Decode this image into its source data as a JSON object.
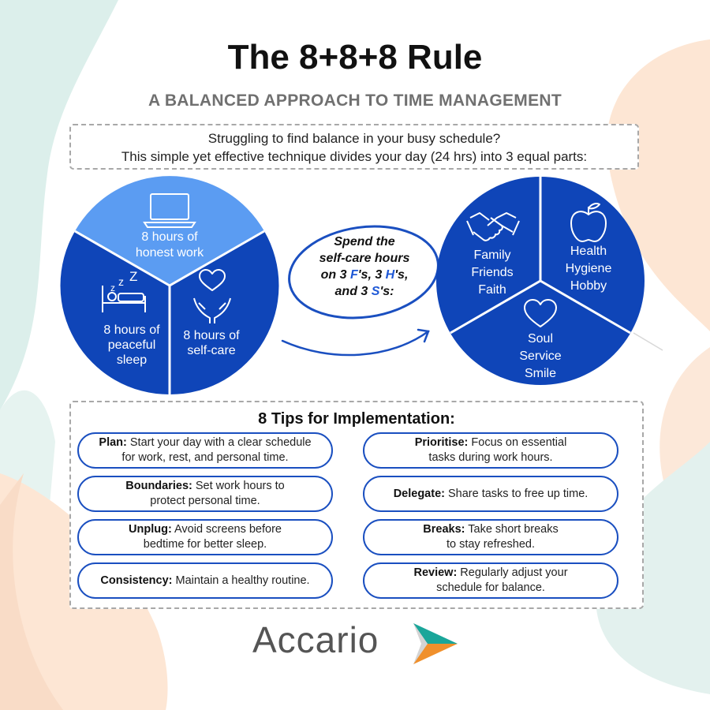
{
  "header": {
    "title": "The 8+8+8 Rule",
    "subtitle": "A BALANCED APPROACH TO TIME MANAGEMENT"
  },
  "intro": {
    "line1": "Struggling to find balance in your busy schedule?",
    "line2": "This simple yet effective technique divides your day (24 hrs) into 3 equal parts:"
  },
  "day_pie": {
    "work": {
      "line1": "8 hours of",
      "line2": "honest work",
      "icon": "laptop-icon"
    },
    "sleep": {
      "line1": "8 hours of",
      "line2": "peaceful",
      "line3": "sleep",
      "icon": "sleeping-bed-icon"
    },
    "selfcare": {
      "line1": "8 hours of",
      "line2": "self-care",
      "icon": "heart-hands-icon"
    }
  },
  "spend": {
    "line1": "Spend the",
    "line2": "self-care hours",
    "line3_a": "on 3 ",
    "f": "F",
    "line3_b": "'s, 3 ",
    "h": "H",
    "line3_c": "'s,",
    "line4_a": "and 3 ",
    "s": "S",
    "line4_b": "'s:"
  },
  "selfcare_pie": {
    "f": {
      "l1": "Family",
      "l2": "Friends",
      "l3": "Faith",
      "icon": "handshake-icon"
    },
    "h": {
      "l1": "Health",
      "l2": "Hygiene",
      "l3": "Hobby",
      "icon": "apple-icon"
    },
    "s": {
      "l1": "Soul",
      "l2": "Service",
      "l3": "Smile",
      "icon": "heart-icon"
    }
  },
  "tips": {
    "title": "8 Tips for Implementation:",
    "plan": {
      "label": "Plan:",
      "l1": " Start your day with a clear schedule",
      "l2": "for work, rest, and personal time."
    },
    "prioritise": {
      "label": "Prioritise:",
      "l1": " Focus on essential",
      "l2": "tasks during work hours."
    },
    "boundaries": {
      "label": "Boundaries:",
      "l1": " Set work hours to",
      "l2": "protect personal time."
    },
    "delegate": {
      "label": "Delegate:",
      "l1": " Share tasks to free up time."
    },
    "unplug": {
      "label": "Unplug:",
      "l1": " Avoid screens before",
      "l2": "bedtime for better sleep."
    },
    "breaks": {
      "label": "Breaks:",
      "l1": " Take short breaks",
      "l2": "to stay refreshed."
    },
    "consistency": {
      "label": "Consistency:",
      "l1": " Maintain a healthy routine."
    },
    "review": {
      "label": "Review:",
      "l1": " Regularly adjust your",
      "l2": "schedule for balance."
    }
  },
  "brand": {
    "name": "Accario",
    "logo_icon": "arrow-chevron-logo-icon"
  },
  "colors": {
    "pie_dark": "#0f45b8",
    "pie_light": "#5b9cf2",
    "outline": "#1a4fc0",
    "highlight": "#1e58d6",
    "bg_teal": "#dcefeb",
    "bg_peach": "#fde6d4",
    "logo_teal": "#1aa69a",
    "logo_orange": "#f0902c"
  }
}
